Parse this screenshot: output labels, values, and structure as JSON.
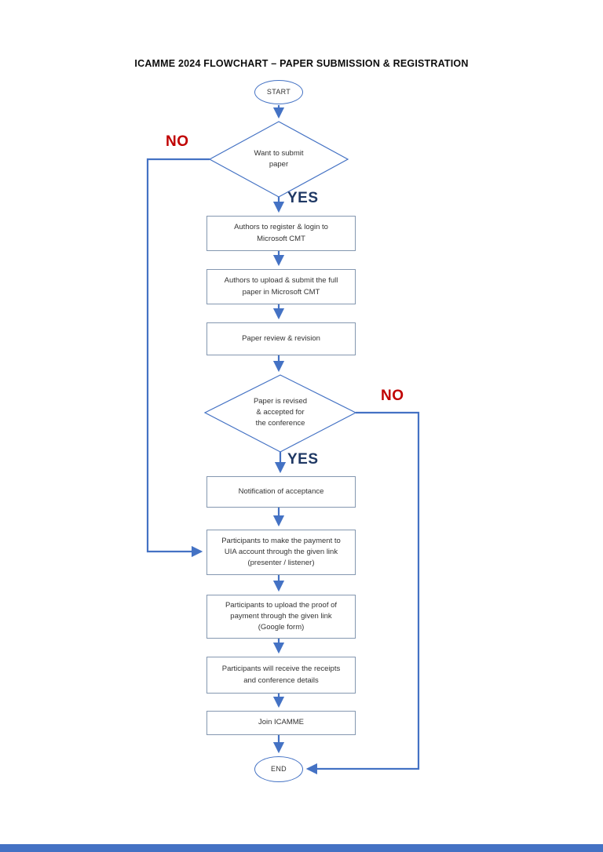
{
  "page": {
    "title": "ICAMME 2024 FLOWCHART – PAPER SUBMISSION & REGISTRATION"
  },
  "colors": {
    "connector_blue": "#4472C4",
    "box_border": "#8497B0",
    "no_label_red": "#C00000",
    "yes_label_navy": "#1F3864",
    "footer_bar_blue": "#4472C4",
    "text": "#333333"
  },
  "nodes": {
    "start": "START",
    "decision1": "Want to submit\npaper",
    "step1": "Authors to register & login to\nMicrosoft CMT",
    "step2": "Authors to upload & submit the full\npaper in Microsoft CMT",
    "step3": "Paper review & revision",
    "decision2": "Paper is revised\n& accepted for\nthe conference",
    "step4": "Notification of acceptance",
    "step5": "Participants to make the payment to\nUIA account through the given link\n(presenter / listener)",
    "step6": "Participants to upload the proof of\npayment through the given link\n(Google form)",
    "step7": "Participants will receive the receipts\nand conference details",
    "step8": "Join ICAMME",
    "end": "END"
  },
  "branch_labels": {
    "decision1_no": "NO",
    "decision1_yes": "YES",
    "decision2_no": "NO",
    "decision2_yes": "YES"
  }
}
